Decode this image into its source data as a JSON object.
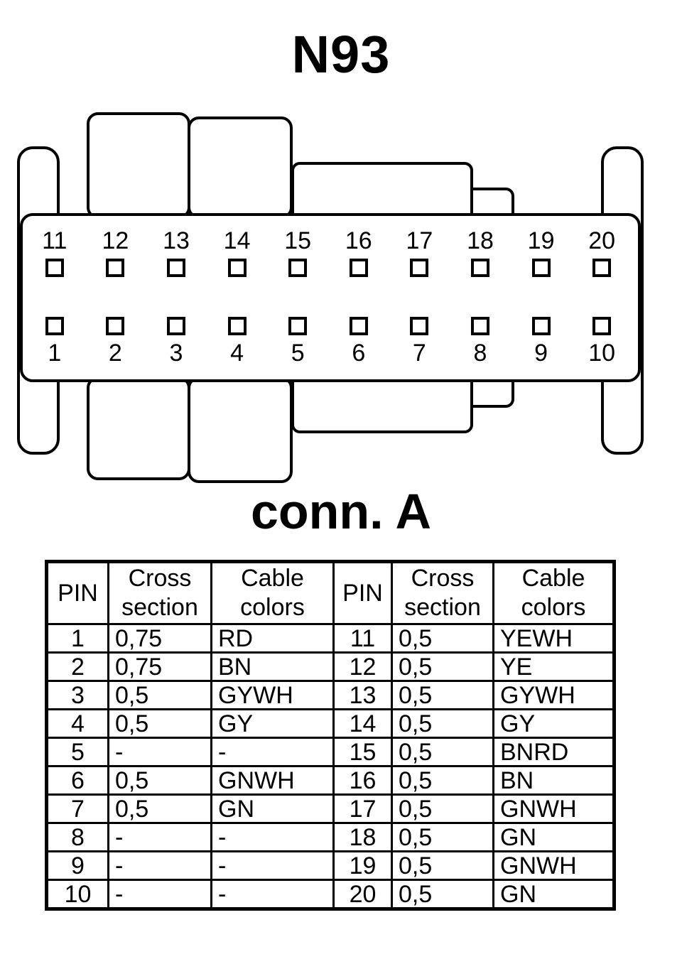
{
  "title": "N93",
  "connector": {
    "label": "conn. A",
    "top_pins": [
      "11",
      "12",
      "13",
      "14",
      "15",
      "16",
      "17",
      "18",
      "19",
      "20"
    ],
    "bottom_pins": [
      "1",
      "2",
      "3",
      "4",
      "5",
      "6",
      "7",
      "8",
      "9",
      "10"
    ]
  },
  "table": {
    "headers": [
      "PIN",
      "Cross section",
      "Cable colors",
      "PIN",
      "Cross section",
      "Cable colors"
    ],
    "rows": [
      [
        "1",
        "0,75",
        "RD",
        "11",
        "0,5",
        "YEWH"
      ],
      [
        "2",
        "0,75",
        "BN",
        "12",
        "0,5",
        "YE"
      ],
      [
        "3",
        "0,5",
        "GYWH",
        "13",
        "0,5",
        "GYWH"
      ],
      [
        "4",
        "0,5",
        "GY",
        "14",
        "0,5",
        "GY"
      ],
      [
        "5",
        "-",
        "-",
        "15",
        "0,5",
        "BNRD"
      ],
      [
        "6",
        "0,5",
        "GNWH",
        "16",
        "0,5",
        "BN"
      ],
      [
        "7",
        "0,5",
        "GN",
        "17",
        "0,5",
        "GNWH"
      ],
      [
        "8",
        "-",
        "-",
        "18",
        "0,5",
        "GN"
      ],
      [
        "9",
        "-",
        "-",
        "19",
        "0,5",
        "GNWH"
      ],
      [
        "10",
        "-",
        "-",
        "20",
        "0,5",
        "GN"
      ]
    ]
  },
  "colors": {
    "line": "#000000",
    "background": "#ffffff"
  }
}
